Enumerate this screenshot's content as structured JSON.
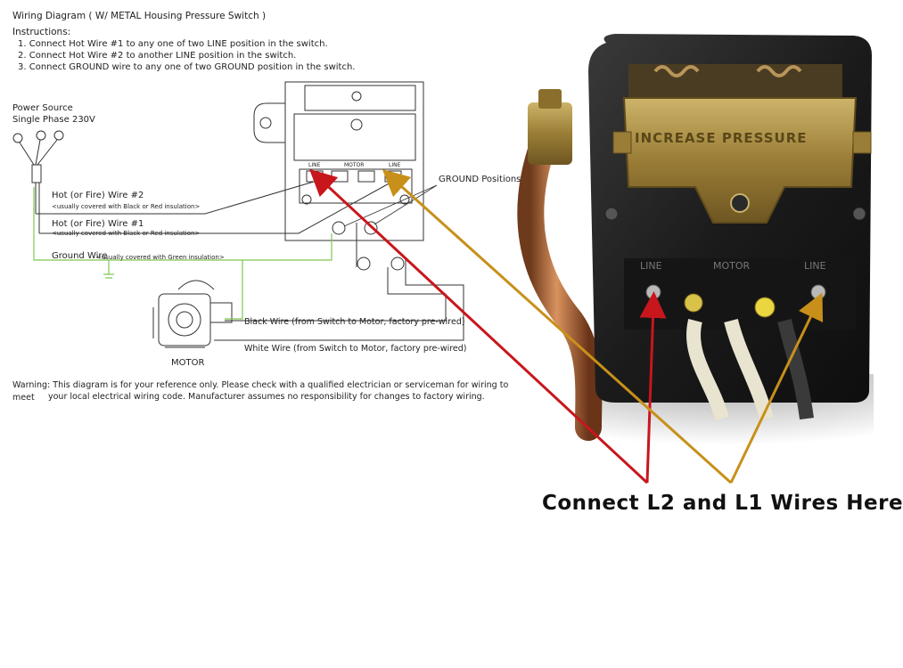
{
  "title": "Wiring Diagram ( W/ METAL Housing Pressure Switch )",
  "instructions": {
    "heading": "Instructions:",
    "items": [
      "1. Connect Hot Wire #1 to any one of two LINE position in the switch.",
      "2. Connect Hot Wire #2 to another LINE position in the switch.",
      "3. Connect GROUND wire to any one of two GROUND position in the switch."
    ]
  },
  "power_source": {
    "line1": "Power Source",
    "line2": "Single Phase 230V"
  },
  "wires": {
    "hot2": "Hot (or Fire) Wire #2",
    "hot2_note": "<usually covered with Black or Red insulation>",
    "hot1": "Hot (or Fire) Wire #1",
    "hot1_note": "<usually covered with Black or Red insulation>",
    "ground": "Ground Wire",
    "ground_note": "<usually covered with Green insulation>",
    "black": "Black Wire (from Switch to Motor, factory pre-wired)",
    "white": "White Wire (from Switch to Motor, factory pre-wired)"
  },
  "switch_labels": {
    "line_left": "LINE",
    "motor": "MOTOR",
    "line_right": "LINE",
    "ground_positions": "GROUND Positions"
  },
  "motor_label": "MOTOR",
  "warning": {
    "line1": "Warning: This diagram is for your reference only. Please check with a qualified electrician or  serviceman for wiring to meet",
    "line2": "your local electrical wiring code. Manufacturer assumes no responsibility for changes to factory wiring."
  },
  "photo": {
    "cover_label": "INCREASE PRESSURE",
    "terminal_labels": [
      "LINE",
      "MOTOR",
      "LINE"
    ]
  },
  "callout": "Connect L2 and L1 Wires Here",
  "colors": {
    "red_arrow": "#c8161d",
    "orange_arrow": "#c8901a",
    "ground_green": "#7ec850",
    "housing_black": "#1a1a1a",
    "copper": "#b5653a",
    "brass": "#a88a3a"
  }
}
